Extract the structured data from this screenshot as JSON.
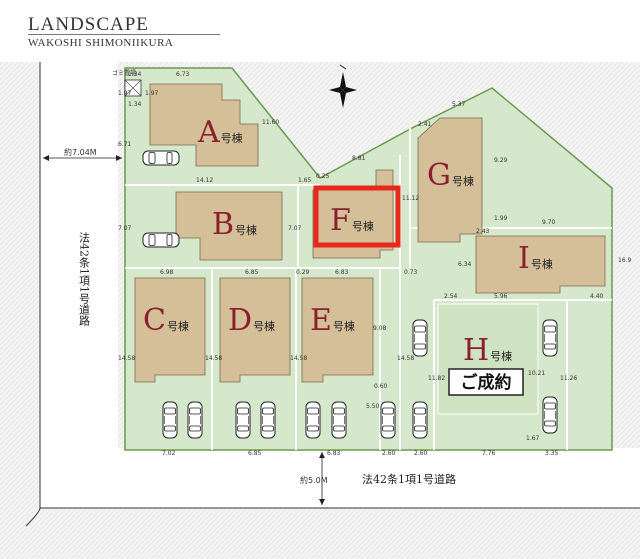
{
  "header": {
    "title": "LANDSCAPE",
    "subtitle": "WAKOSHI SHIMONIIKURA"
  },
  "roads": {
    "west_label": "法42条1項1号道路",
    "west_width": "約7.04M",
    "south_label": "法42条1項1号道路",
    "south_width": "約5.0M"
  },
  "garbage_label": "ゴミ置場",
  "lot_suffix": "号棟",
  "sold_label": "ご成約",
  "lots": [
    {
      "id": "A"
    },
    {
      "id": "B"
    },
    {
      "id": "C"
    },
    {
      "id": "D"
    },
    {
      "id": "E"
    },
    {
      "id": "F",
      "highlighted": true
    },
    {
      "id": "G"
    },
    {
      "id": "H",
      "sold": true
    },
    {
      "id": "I"
    }
  ],
  "dimensions": {
    "gomi_top": "1.34",
    "gomi_side": "1.97",
    "gomi_side2": "1.97",
    "gomi_bottom": "1.34",
    "a_top": "6.73",
    "a_diag": "11.60",
    "a_left": "6.71",
    "a_bottom": "14.12",
    "a_corner": "1.65",
    "b_left": "7.07",
    "b_right": "7.07",
    "f_a": "0.25",
    "f_diag": "8.81",
    "f_right": "11.12",
    "g_a": "2.41",
    "g_diag": "5.37",
    "g_right": "9.29",
    "g_small": "1.99",
    "i_top": "9.70",
    "i_left": "2.43",
    "i_leftside": "6.34",
    "i_right": "16.9",
    "i_b1": "2.54",
    "i_b2": "5.96",
    "i_b3": "4.40",
    "c_top": "6.98",
    "c_left": "14.58",
    "c_right": "14.58",
    "c_bottom": "7.02",
    "d_top": "6.85",
    "d_right": "14.58",
    "d_bottom": "6.85",
    "e_a": "0.29",
    "e_top": "6.83",
    "e_right": "9.08",
    "e_r2": "5.50",
    "e_bottom": "6.83",
    "x_073": "0.73",
    "x_1458": "14.58",
    "x_060": "0.60",
    "x_260a": "2.60",
    "x_260b": "2.60",
    "h_left": "11.82",
    "h_right": "10.21",
    "h_bottom": "7.76",
    "h_167": "1.67",
    "p_1126": "11.26",
    "p_335": "3.35"
  }
}
